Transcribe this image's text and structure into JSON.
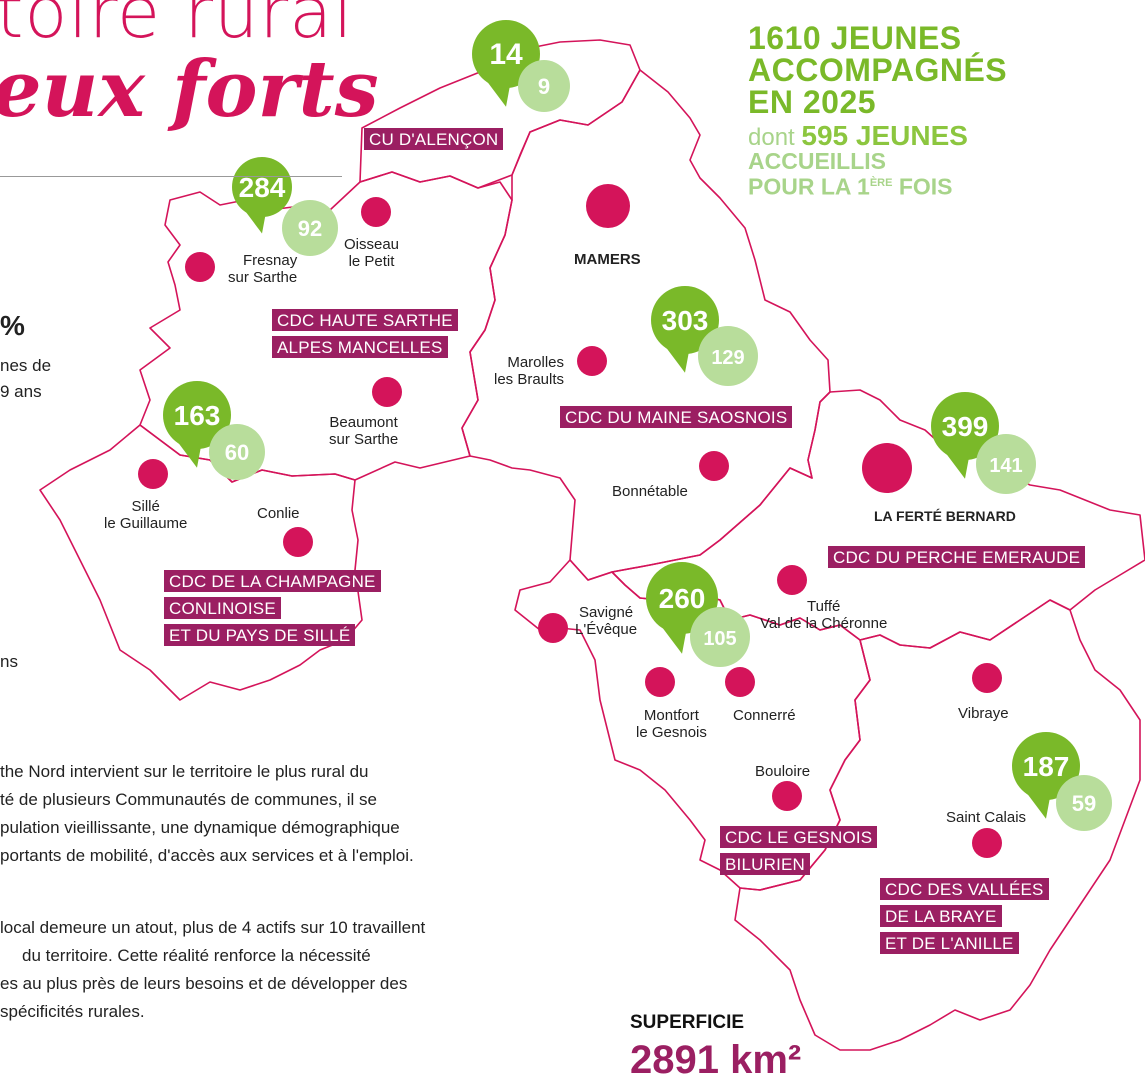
{
  "title": {
    "line1": "toire rural",
    "line2": "eux forts"
  },
  "side": {
    "pct": "%",
    "line1": "nes de",
    "line2": "9 ans",
    "line3": "ns"
  },
  "kpi": {
    "line1": "1610 JEUNES",
    "line2": "ACCOMPAGNÉS",
    "line3": "EN 2025",
    "dont": "dont",
    "count": "595 JEUNES",
    "line5": "ACCUEILLIS",
    "line6": "POUR LA 1",
    "sup": "ÈRE",
    "line6b": " FOIS"
  },
  "towns": {
    "mamers": "MAMERS",
    "fresnay1": "Fresnay",
    "fresnay2": "sur Sarthe",
    "oisseau1": "Oisseau",
    "oisseau2": "le Petit",
    "marolles1": "Marolles",
    "marolles2": "les Braults",
    "beaumont1": "Beaumont",
    "beaumont2": "sur Sarthe",
    "sille1": "Sillé",
    "sille2": "le Guillaume",
    "conlie": "Conlie",
    "bonnetable": "Bonnétable",
    "ferte": "LA FERTÉ BERNARD",
    "savigne1": "Savigné",
    "savigne2": "L'Évêque",
    "tuffe1": "Tuffé",
    "tuffe2": "Val de la Chéronne",
    "montfort1": "Montfort",
    "montfort2": "le Gesnois",
    "connerre": "Connerré",
    "vibraye": "Vibraye",
    "bouloire": "Bouloire",
    "saintcalais": "Saint Calais"
  },
  "cdc": {
    "alencon": "CU D'ALENÇON",
    "hs1": "CDC HAUTE SARTHE",
    "hs2": "ALPES MANCELLES",
    "saosnois": "CDC DU MAINE SAOSNOIS",
    "perche": "CDC DU PERCHE EMERAUDE",
    "ch1": "CDC DE LA CHAMPAGNE",
    "ch2": "CONLINOISE",
    "ch3": "ET DU PAYS DE SILLÉ",
    "gesnois1": "CDC LE GESNOIS",
    "gesnois2": "BILURIEN",
    "braye1": "CDC DES VALLÉES",
    "braye2": "DE LA BRAYE",
    "braye3": "ET DE L'ANILLE"
  },
  "pins": [
    {
      "id": "alencon",
      "total": "14",
      "first": "9"
    },
    {
      "id": "haute-sarthe",
      "total": "284",
      "first": "92"
    },
    {
      "id": "saosnois",
      "total": "303",
      "first": "129"
    },
    {
      "id": "champagne",
      "total": "163",
      "first": "60"
    },
    {
      "id": "perche",
      "total": "399",
      "first": "141"
    },
    {
      "id": "gesnois",
      "total": "260",
      "first": "105"
    },
    {
      "id": "braye",
      "total": "187",
      "first": "59"
    }
  ],
  "paragraphs": [
    "the Nord intervient sur le territoire le plus rural du",
    "té de plusieurs Communautés de communes, il se",
    "pulation vieillissante, une dynamique démographique",
    "portants de mobilité, d'accès aux services et à l'emploi.",
    "local demeure un atout, plus de 4 actifs sur 10 travaillent",
    "du territoire. Cette réalité renforce la nécessité",
    "es au plus près de leurs besoins et de développer des",
    "spécificités rurales."
  ],
  "superficie": {
    "label": "SUPERFICIE",
    "value": "2891 km²"
  },
  "colors": {
    "magenta": "#d4145a",
    "plum": "#9b1f62",
    "green": "#7ab929",
    "light_green": "#b8dd9b"
  }
}
